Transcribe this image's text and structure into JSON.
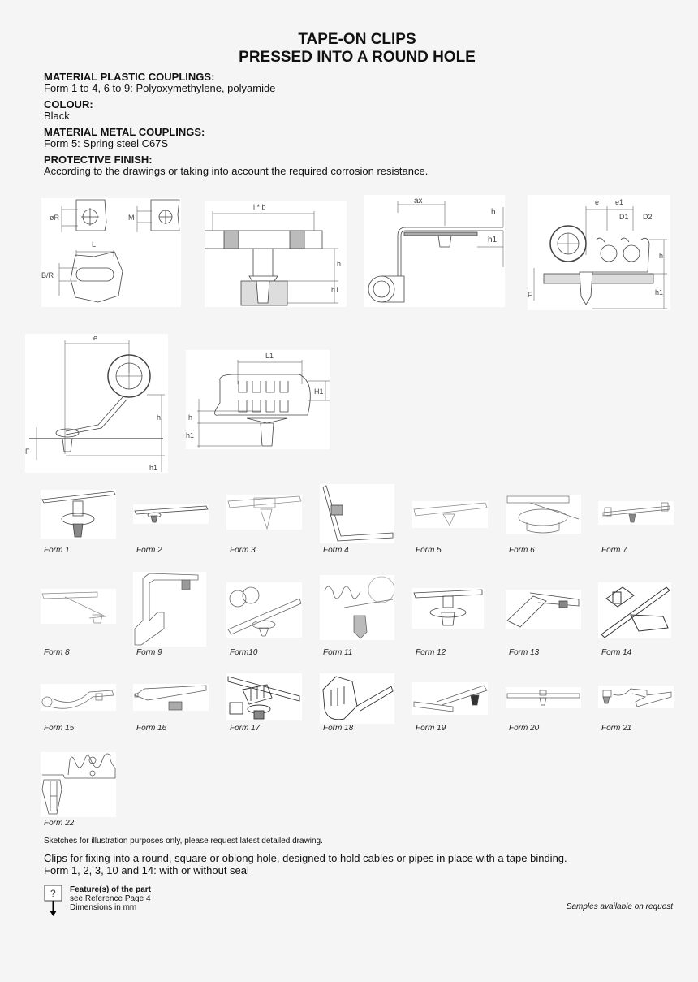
{
  "header": {
    "title_line1": "TAPE-ON CLIPS",
    "title_line2": "PRESSED INTO A ROUND HOLE"
  },
  "specs": [
    {
      "heading": "MATERIAL PLASTIC COUPLINGS:",
      "value": "Form 1 to 4, 6 to 9: Polyoxymethylene, polyamide"
    },
    {
      "heading": "COLOUR:",
      "value": "Black"
    },
    {
      "heading": "MATERIAL METAL COUPLINGS:",
      "value": "Form 5: Spring steel C67S"
    },
    {
      "heading": "PROTECTIVE FINISH:",
      "value": "According to the drawings or taking into account the required corrosion resistance."
    }
  ],
  "drawings": {
    "hole_types": {
      "labels": [
        "øR",
        "M",
        "L",
        "B/R"
      ]
    },
    "tee_clip": {
      "labels": [
        "l * b",
        "h",
        "h1"
      ]
    },
    "angle_clip": {
      "labels": [
        "ax",
        "h",
        "h1"
      ]
    },
    "multi_clip": {
      "labels": [
        "e",
        "e1",
        "D1",
        "D2",
        "h",
        "h1",
        "F"
      ]
    },
    "offset_clip": {
      "labels": [
        "e",
        "h",
        "F",
        "h1"
      ]
    },
    "comb_clip": {
      "labels": [
        "L1",
        "H1",
        "h",
        "h1"
      ]
    }
  },
  "forms": [
    {
      "label": "Form 1"
    },
    {
      "label": "Form 2"
    },
    {
      "label": "Form 3"
    },
    {
      "label": "Form 4"
    },
    {
      "label": "Form 5"
    },
    {
      "label": "Form 6"
    },
    {
      "label": "Form 7"
    },
    {
      "label": "Form 8"
    },
    {
      "label": "Form 9"
    },
    {
      "label": "Form10"
    },
    {
      "label": "Form 11"
    },
    {
      "label": "Form 12"
    },
    {
      "label": "Form 13"
    },
    {
      "label": "Form 14"
    },
    {
      "label": "Form 15"
    },
    {
      "label": "Form 16"
    },
    {
      "label": "Form 17"
    },
    {
      "label": "Form 18"
    },
    {
      "label": "Form 19"
    },
    {
      "label": "Form 20"
    },
    {
      "label": "Form 21"
    },
    {
      "label": "Form 22"
    }
  ],
  "footer": {
    "disclaimer": "Sketches for illustration purposes only, please request latest detailed drawing.",
    "description_line1": "Clips for fixing into a round, square or oblong hole, designed to hold cables or pipes in place with a tape binding.",
    "description_line2": "Form 1, 2, 3, 10 and 14: with or without seal",
    "feature_icon_glyph": "?",
    "feature_title": "Feature(s) of the part",
    "feature_ref": "see Reference Page 4",
    "feature_units": "Dimensions in mm",
    "samples": "Samples available on request"
  }
}
